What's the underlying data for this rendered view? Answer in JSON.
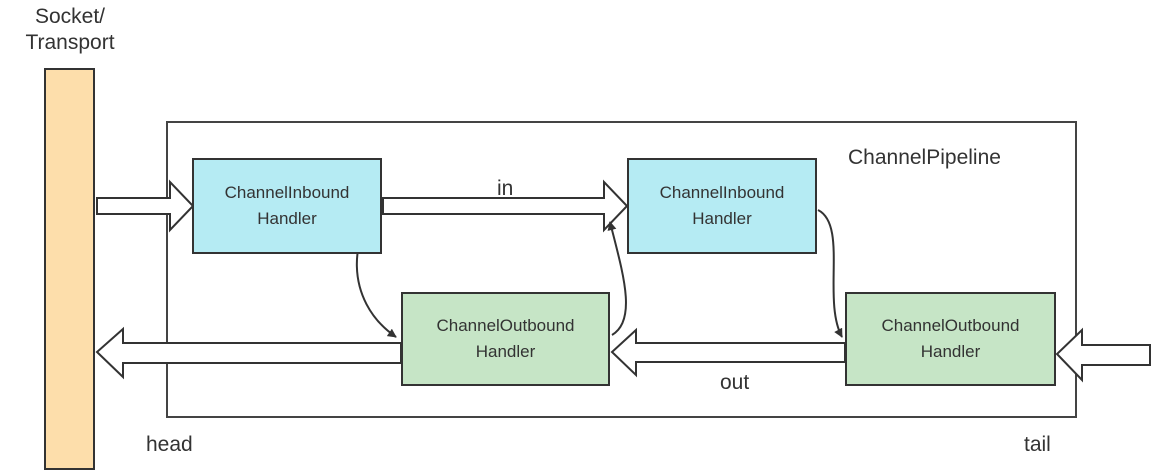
{
  "diagram": {
    "socket_label": [
      "Socket/",
      "Transport"
    ],
    "pipeline_label": "ChannelPipeline",
    "inbound_handlers": [
      {
        "line1": "ChannelInbound",
        "line2": "Handler"
      },
      {
        "line1": "ChannelInbound",
        "line2": "Handler"
      }
    ],
    "outbound_handlers": [
      {
        "line1": "ChannelOutbound",
        "line2": "Handler"
      },
      {
        "line1": "ChannelOutbound",
        "line2": "Handler"
      }
    ],
    "in_label": "in",
    "out_label": "out",
    "head_label": "head",
    "tail_label": "tail"
  },
  "colors": {
    "socket_fill": "#fddeab",
    "inbound_fill": "#b5ebf3",
    "outbound_fill": "#c6e5c6",
    "stroke": "#333333"
  }
}
